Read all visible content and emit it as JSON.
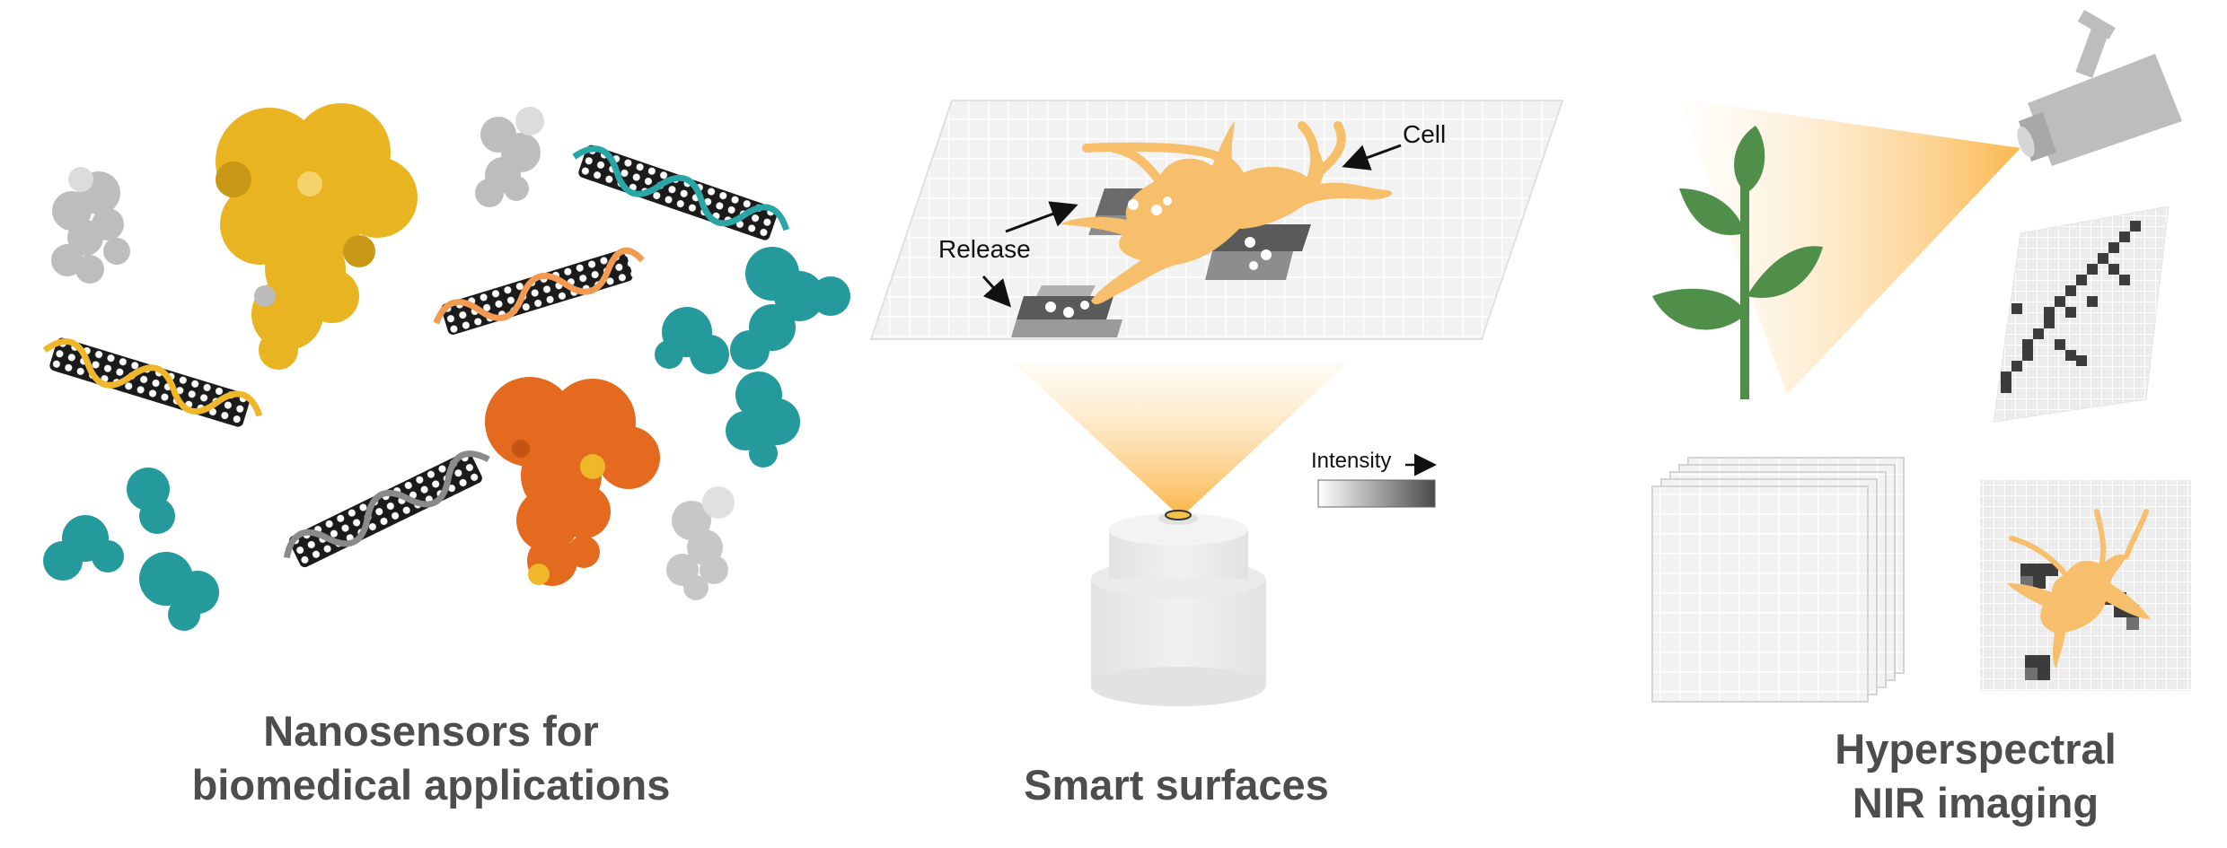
{
  "panels": {
    "nanosensors": {
      "title_line1": "Nanosensors for",
      "title_line2": "biomedical applications"
    },
    "smart_surfaces": {
      "title": "Smart surfaces",
      "cell_label": "Cell",
      "release_label": "Release",
      "intensity_label": "Intensity"
    },
    "hyperspectral": {
      "title_line1": "Hyperspectral",
      "title_line2": "NIR imaging"
    }
  },
  "colors": {
    "nanotube": "#1e1e1e",
    "protein_yellow": "#e8b421",
    "protein_orange": "#e36a1e",
    "protein_teal": "#259a9c",
    "protein_grey": "#bdbdbd",
    "cell": "#f7be6b",
    "light_cone": "#fbbf5e",
    "leaf": "#4f8f4a",
    "grid_dark": "#4a4a4a",
    "caption_text": "#4d4d4d"
  },
  "icons": [
    "carbon-nanotube-icon",
    "protein-icon",
    "antibody-icon",
    "microscope-objective-icon",
    "camera-icon",
    "plant-icon",
    "neuron-icon"
  ]
}
